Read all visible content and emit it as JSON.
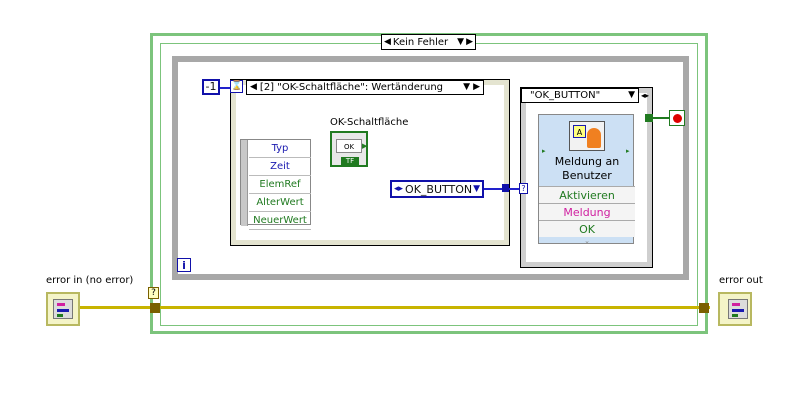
{
  "case_structure": {
    "selector": "Kein Fehler"
  },
  "while_loop": {
    "iteration_label": "i"
  },
  "event_structure": {
    "timeout_constant": "-1",
    "case_label": "[2] \"OK-Schaltfläche\": Wertänderung",
    "data_nodes": [
      "Typ",
      "Zeit",
      "ElemRef",
      "AlterWert",
      "NeuerWert"
    ]
  },
  "ok_button_terminal": {
    "label": "OK-Schaltfläche",
    "button_text": "OK",
    "tf": "TF"
  },
  "enum_constant": {
    "value": "OK_BUTTON"
  },
  "inner_case": {
    "selector": "\"OK_BUTTON\""
  },
  "dialog_node": {
    "title": "Meldung an Benutzer",
    "inputs": [
      "Aktivieren",
      "Meldung"
    ],
    "output": "OK"
  },
  "error_in": {
    "label": "error in (no error)"
  },
  "error_out": {
    "label": "error out"
  },
  "question_mark": "?",
  "colors": {
    "error_wire": "#c8b400",
    "enum_wire": "#2222cc",
    "case_green": "#7cc47c",
    "stop_red": "#dd0000"
  }
}
